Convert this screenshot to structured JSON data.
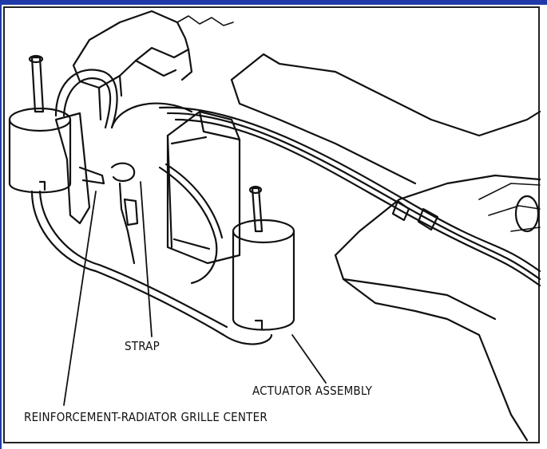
{
  "labels": {
    "strap": "STRAP",
    "actuator_assembly": "ACTUATOR ASSEMBLY",
    "reinforcement": "REINFORCEMENT-RADIATOR GRILLE CENTER"
  },
  "colors": {
    "ink": "#111111",
    "frame_accent": "#1f3aa8",
    "background": "#ffffff"
  }
}
